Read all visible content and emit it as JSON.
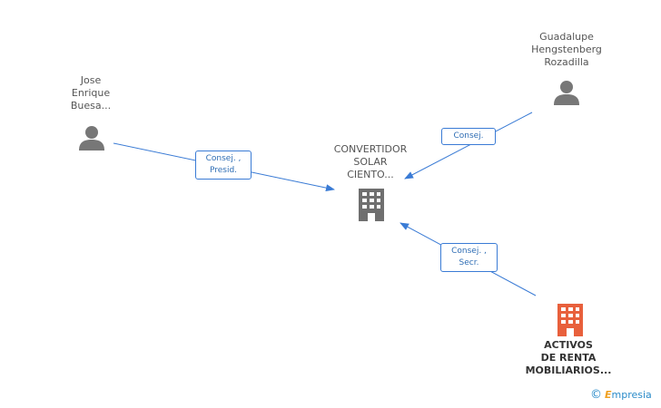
{
  "nodes": {
    "jose": {
      "lines": [
        "Jose",
        "Enrique",
        "Buesa..."
      ],
      "icon": "person-icon"
    },
    "guadalupe": {
      "lines": [
        "Guadalupe",
        "Hengstenberg",
        "Rozadilla"
      ],
      "icon": "person-icon"
    },
    "convertidor": {
      "lines": [
        "CONVERTIDOR",
        "SOLAR",
        "CIENTO..."
      ],
      "icon": "building-icon"
    },
    "activos": {
      "lines": [
        "ACTIVOS",
        "DE RENTA",
        "MOBILIARIOS..."
      ],
      "icon": "building-icon"
    }
  },
  "edges": {
    "jose_convertidor": [
      "Consej. ,",
      "Presid."
    ],
    "guadalupe_convertidor": [
      "Consej."
    ],
    "activos_convertidor": [
      "Consej. ,",
      "Secr."
    ]
  },
  "colors": {
    "edge": "#3a7bd5",
    "person_icon": "#777777",
    "building_gray": "#6f6f6f",
    "building_highlight": "#e8603c"
  },
  "watermark": {
    "symbol": "©",
    "e": "E",
    "rest": "mpresia"
  }
}
